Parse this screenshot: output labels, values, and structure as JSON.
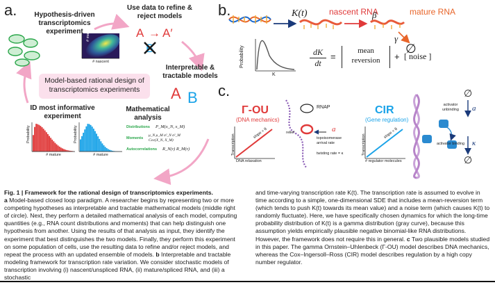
{
  "panel_a": {
    "letter": "a.",
    "hypothesis_title": "Hypothesis-driven transcriptomics experiment",
    "use_data_title": "Use data to refine & reject models",
    "model_a": "A",
    "arrow": "→",
    "model_a_prime": "A′",
    "model_x": "B",
    "center_text": "Model-based rational design of transcriptomics experiments",
    "interpretable_title": "Interpretable & tractable models",
    "letter_A": "A",
    "letter_B": "B",
    "id_title": "ID most informative experiment",
    "math_title": "Mathematical analysis",
    "axis_mature": "# mature",
    "axis_nascent": "# nascent",
    "prob_label": "Probability",
    "distributions_label": "Distributions",
    "distributions_formula": "P_M(x_N, x_M)",
    "moments_label": "Moments",
    "moments_formula": "μ_N  μ_M  σ²_N  σ²_M  Cov(X_N, X_M)",
    "autocorr_label": "Autocorrelations",
    "autocorr_formula": "R_N(τ)  R_M(τ)"
  },
  "panel_b": {
    "letter": "b.",
    "kt": "K(t)",
    "nascent": "nascent RNA",
    "beta": "β",
    "mature": "mature RNA",
    "gamma": "γ",
    "empty": "∅",
    "prob_label": "Probability",
    "k_label": "K",
    "dk": "dK",
    "dt": "dt",
    "equals": "=",
    "mean_reversion_1": "mean",
    "mean_reversion_2": "reversion",
    "plus": "+",
    "noise": "[ noise ]"
  },
  "panel_c": {
    "letter": "c.",
    "gou_title": "Γ-OU",
    "gou_sub": "(DNA mechanics)",
    "gou_ylabel": "Transcription",
    "gou_xlabel": "DNA relaxation",
    "gou_slope": "slope = θ",
    "rnap": "RNAP",
    "relief": "relief",
    "topo": "topoisomerase arrival rate",
    "a_label": "a",
    "twisting": "twisting rate = κ",
    "cir_title": "CIR",
    "cir_sub": "(Gene regulation)",
    "cir_ylabel": "Transcription",
    "cir_xlabel": "# regulator molecules",
    "cir_slope": "slope = θ",
    "activator_unbinding": "activator unbinding",
    "activator_binding": "activator binding",
    "cir_a": "a",
    "kappa": "κ",
    "empty": "∅"
  },
  "caption": {
    "fig_label": "Fig. 1 | Framework for the rational design of transcriptomics experiments.",
    "left_a_letter": "a",
    "left_a_text": " Model-based closed loop paradigm. A researcher begins by representing two or more competing hypotheses as interpretable and tractable mathematical models (middle right of circle). Next, they perform a detailed mathematical analysis of each model, computing quantities (e.g., RNA count distributions and moments) that can help distinguish one hypothesis from another. Using the results of that analysis as input, they identify the experiment that best distinguishes the two models. Finally, they perform this experiment on some population of cells, use the resulting data to refine and/or reject models, and repeat the process with an updated ensemble of models. ",
    "left_b_letter": "b",
    "left_b_text": " Interpretable and tractable modeling framework for transcription rate variation. We consider stochastic models of transcription involving (i) nascent/unspliced RNA, (ii) mature/spliced RNA, and (iii) a stochastic",
    "right_text_1": "and time-varying transcription rate K(t). The transcription rate is assumed to evolve in time according to a simple, one-dimensional SDE that includes a mean-reversion term (which tends to push K(t) towards its mean value) and a noise term (which causes K(t) to randomly fluctuate). Here, we have specifically chosen dynamics for which the long-time probability distribution of K(t) is a gamma distribution (gray curve), because this assumption yields empirically plausible negative binomial-like RNA distributions. However, the framework does not require this in general. ",
    "right_c_letter": "c",
    "right_c_text": " Two plausible models studied in this paper. The gamma Ornstein–Uhlenbeck (Γ-OU) model describes DNA mechanics, whereas the Cox–Ingersoll–Ross (CIR) model describes regulation by a high copy number regulator."
  },
  "colors": {
    "red": "#e03a3a",
    "blue": "#1aa3e8",
    "pink": "#f2a6c6",
    "green": "#2aa64a",
    "purple": "#8a5bb5"
  }
}
